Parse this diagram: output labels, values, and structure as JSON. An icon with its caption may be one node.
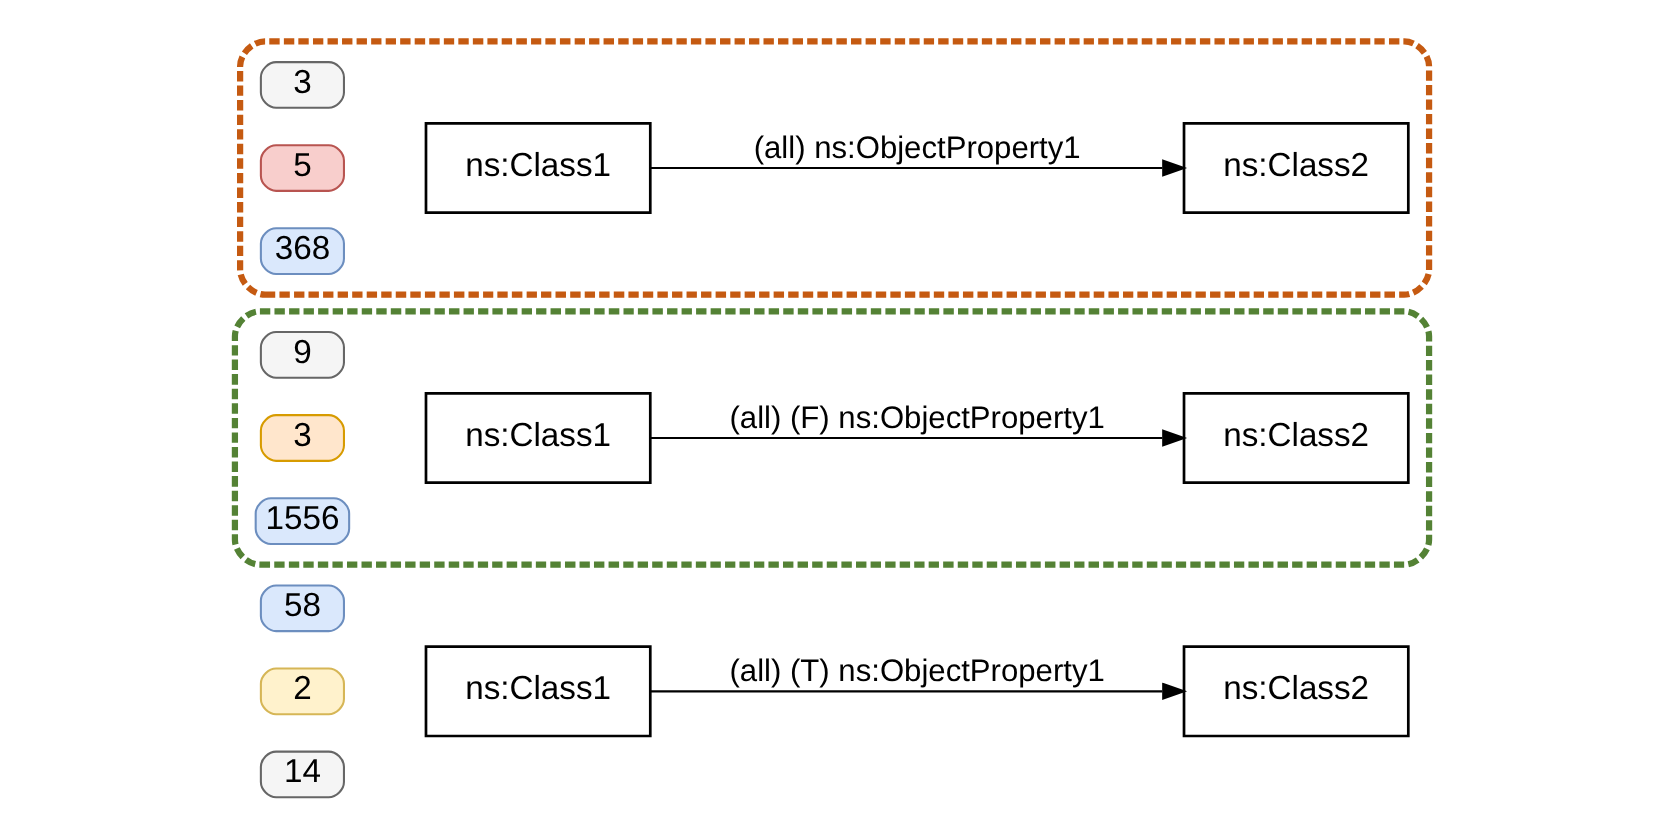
{
  "diagram": {
    "nodes": [
      {
        "text": [],
        "shape": "box"
      },
      {
        "text": [
          "3"
        ],
        "in": 0
      },
      {
        "text": [
          "5"
        ],
        "in": 0
      },
      {
        "text": [
          "368"
        ],
        "in": 0
      },
      {
        "text": [
          "ns:Class1"
        ],
        "in": 0
      },
      {
        "text": [
          "ns:Class2"
        ],
        "in": 0
      },
      {
        "text": [],
        "shape": "box"
      },
      {
        "text": [
          "9"
        ],
        "in": 6
      },
      {
        "text": [
          "3"
        ],
        "in": 6
      },
      {
        "text": [
          "1556"
        ],
        "in": 6
      },
      {
        "text": [
          "ns:Class1"
        ],
        "in": 6
      },
      {
        "text": [
          "ns:Class2"
        ],
        "in": 6
      },
      {
        "text": [
          "14"
        ]
      },
      {
        "text": [
          "2"
        ]
      },
      {
        "text": [
          "58"
        ]
      },
      {
        "text": [
          "ns:Class1"
        ]
      },
      {
        "text": [
          "ns:Class2"
        ]
      }
    ],
    "edges": [
      {
        "from": 4,
        "to": 5,
        "arrow": "to",
        "label": "(all) ns:ObjectProperty1"
      },
      {
        "from": 10,
        "to": 11,
        "arrow": "to",
        "label": "(all) (F) ns:ObjectProperty1"
      },
      {
        "from": 15,
        "to": 16,
        "arrow": "to",
        "label": "(all) (T) ns:ObjectProperty1"
      }
    ]
  }
}
